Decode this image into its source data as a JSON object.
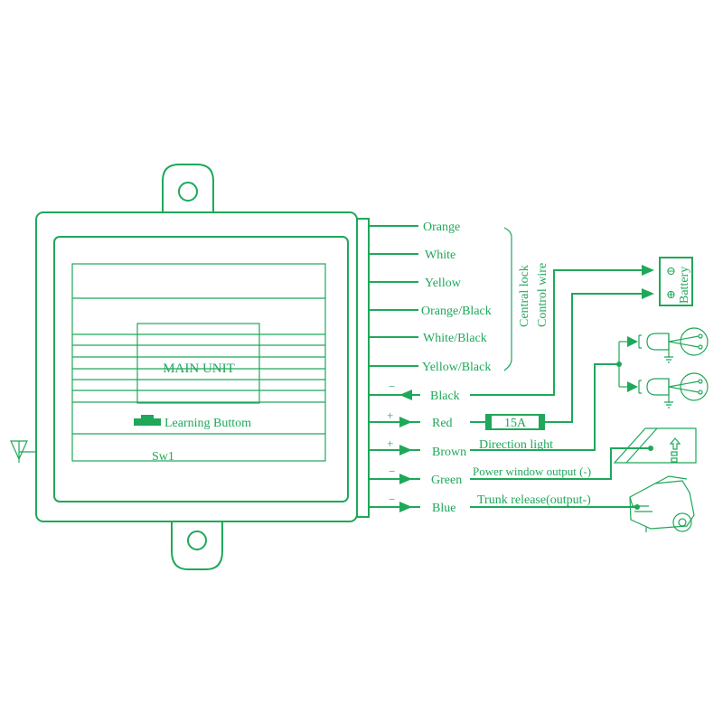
{
  "main_unit": {
    "title": "MAIN UNIT",
    "learning_button": "Learning Buttom",
    "switch": "Sw1"
  },
  "wires": [
    {
      "color": "Orange"
    },
    {
      "color": "White"
    },
    {
      "color": "Yellow"
    },
    {
      "color": "Orange/Black"
    },
    {
      "color": "White/Black"
    },
    {
      "color": "Yellow/Black"
    },
    {
      "color": "Black",
      "polarity": "−"
    },
    {
      "color": "Red",
      "polarity": "+"
    },
    {
      "color": "Brown",
      "polarity": "+"
    },
    {
      "color": "Green",
      "polarity": "−"
    },
    {
      "color": "Blue",
      "polarity": "−"
    }
  ],
  "group_label": {
    "line1": "Central lock",
    "line2": "Control wire"
  },
  "fuse": "15A",
  "battery": {
    "label": "Battery",
    "neg": "⊖",
    "pos": "⊕"
  },
  "outputs": {
    "direction": "Direction light",
    "window": "Power window output (-)",
    "trunk": "Trunk release(output-)"
  },
  "accent_color": "#1fa85a"
}
